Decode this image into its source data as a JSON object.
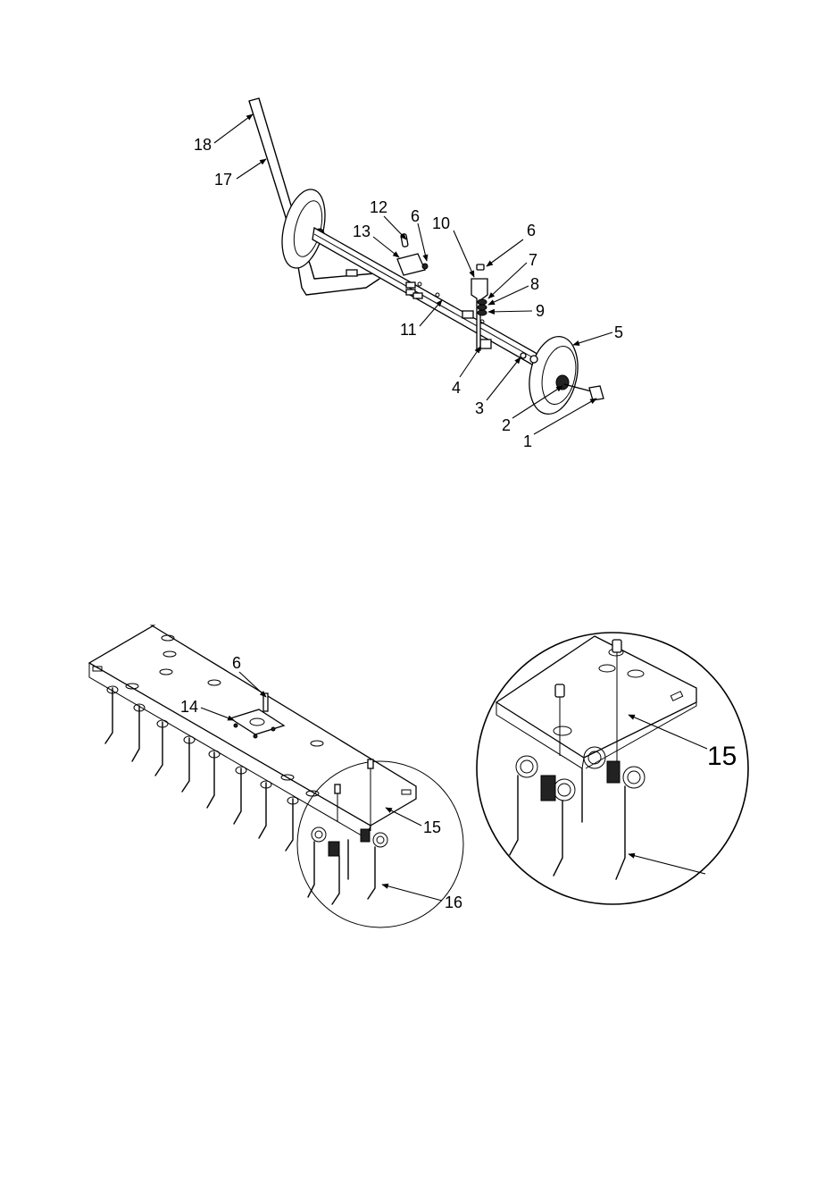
{
  "labels": {
    "l1": "1",
    "l2": "2",
    "l3": "3",
    "l4": "4",
    "l5": "5",
    "l6a": "6",
    "l6b": "6",
    "l6c": "6",
    "l7": "7",
    "l8": "8",
    "l9": "9",
    "l10": "10",
    "l11": "11",
    "l12": "12",
    "l13": "13",
    "l14": "14",
    "l15": "15",
    "l15big": "15",
    "l16": "16",
    "l17": "17",
    "l18": "18"
  }
}
